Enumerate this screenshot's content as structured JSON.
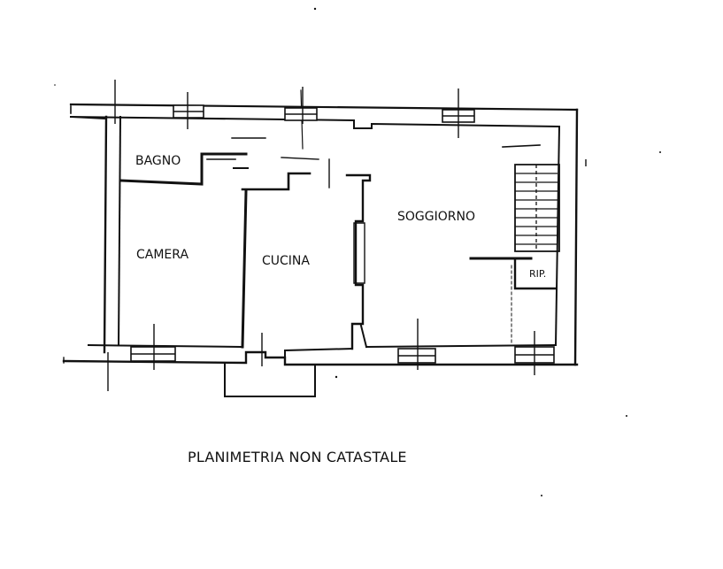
{
  "rooms": {
    "bagno": "BAGNO",
    "camera": "CAMERA",
    "cucina": "CUCINA",
    "soggiorno": "SOGGIORNO",
    "ripostiglio": "RIP."
  },
  "caption": "PLANIMETRIA NON CATASTALE",
  "colors": {
    "ink": "#111111",
    "background": "#ffffff"
  }
}
